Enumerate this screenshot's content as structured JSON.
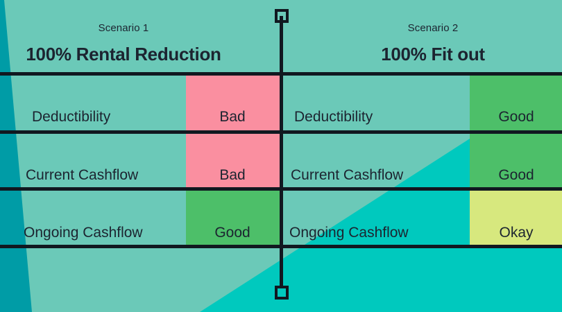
{
  "slide": {
    "layout": "two-column-comparison-table",
    "background_color": "#6BC9B8",
    "accent_dark_teal": "#009CA6",
    "accent_bright_cyan": "#00C9BE",
    "rule_color": "#111820",
    "text_color": "#1C2430"
  },
  "divider": {
    "top_handle_name": "top-square-handle",
    "bottom_handle_name": "bottom-square-handle"
  },
  "rating_colors": {
    "Bad": "#FA8FA0",
    "Good": "#4DBF69",
    "Okay": "#D7E87E"
  },
  "columns": [
    {
      "eyebrow": "Scenario 1",
      "title": "100% Rental Reduction",
      "rows": [
        {
          "label": "Deductibility",
          "rating": "Bad"
        },
        {
          "label": "Current Cashflow",
          "rating": "Bad"
        },
        {
          "label": "Ongoing Cashflow",
          "rating": "Good"
        }
      ]
    },
    {
      "eyebrow": "Scenario 2",
      "title": "100% Fit out",
      "rows": [
        {
          "label": "Deductibility",
          "rating": "Good"
        },
        {
          "label": "Current Cashflow",
          "rating": "Good"
        },
        {
          "label": "Ongoing Cashflow",
          "rating": "Okay"
        }
      ]
    }
  ]
}
